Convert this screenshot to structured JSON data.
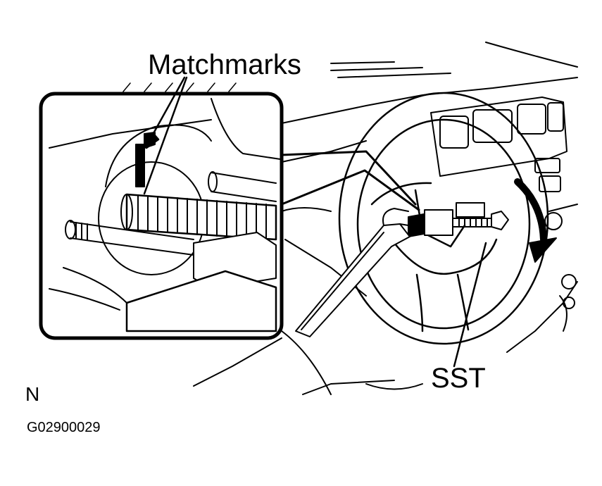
{
  "labels": {
    "matchmarks": "Matchmarks",
    "sst": "SST",
    "view": "N",
    "figure_code": "G02900029"
  },
  "colors": {
    "ink": "#000000",
    "paper": "#ffffff"
  }
}
